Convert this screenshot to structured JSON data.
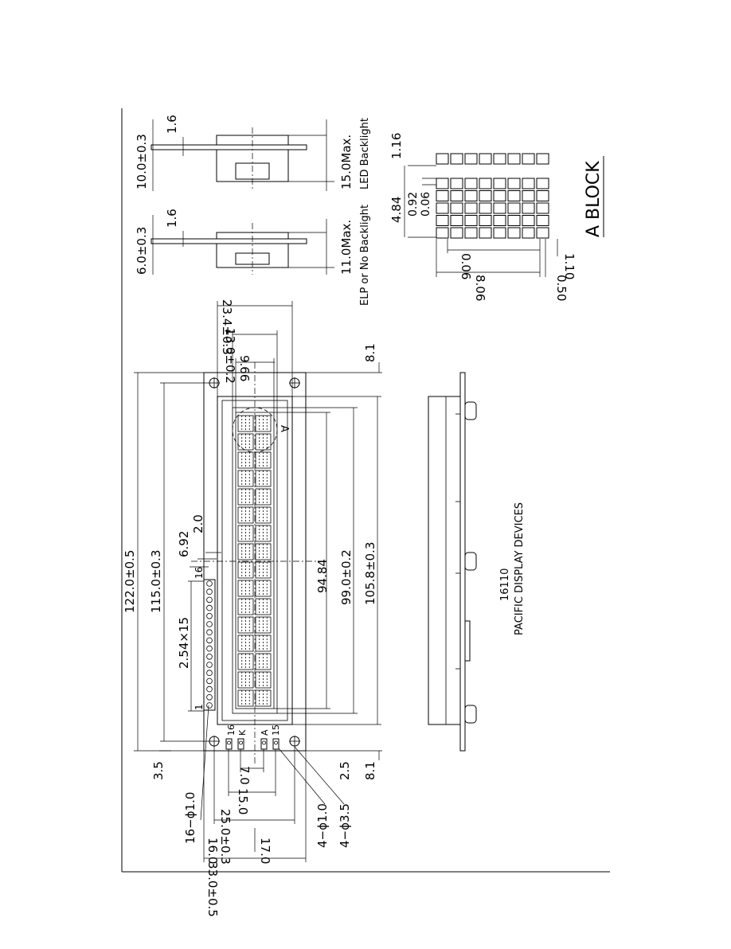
{
  "dimensions": {
    "outer_length": "122.0±0.5",
    "hole_spacing": "115.0±0.3",
    "bezel_length": "105.8±0.3",
    "view_area_length": "99.0±0.2",
    "active_area_length": "94.84",
    "pin_pitch": "2.54×15",
    "pin_offset_a": "6.92",
    "pin_offset_b": "2.0",
    "left_margin": "3.5",
    "right_margin": "2.5",
    "edge_margin": "8.1",
    "edge_margin_top": "8.1",
    "outer_width": "33.0±0.5",
    "half_width_a": "16.0",
    "half_width_b": "17.0",
    "hole_spacing_width": "25.0±0.3",
    "pcb_width_15": "15.0",
    "pcb_width_7": "7.0",
    "bezel_width": "23.4±0.3",
    "view_width": "13.0±0.2",
    "char_height": "9.66",
    "pin_hole_note": "16−ϕ1.0",
    "mount_hole_note_a": "4−ϕ1.0",
    "mount_hole_note_b": "4−ϕ3.5",
    "pin_1": "1",
    "pin_16": "16",
    "label_16": "16",
    "label_15": "15",
    "label_K": "K",
    "label_A": "A",
    "callout_a": "A"
  },
  "side_views": {
    "led": {
      "thickness": "10.0±0.3",
      "pcb": "1.6",
      "max": "15.0Max.",
      "caption": "LED Backlight"
    },
    "elp": {
      "thickness": "6.0±0.3",
      "pcb": "1.6",
      "max": "11.0Max.",
      "caption": "ELP or No Backlight"
    }
  },
  "block_detail": {
    "title": "A  BLOCK",
    "dot_height": "1.16",
    "char_height": "4.84",
    "dot_pitch": "0.92",
    "dot_gap": "0.06",
    "dot_width": "0.06",
    "char_width": "8.06",
    "char_gap": "1.10",
    "char_gap_b": "0.50"
  },
  "caption": {
    "model": "16110",
    "company": "PACIFIC DISPLAY DEVICES"
  }
}
